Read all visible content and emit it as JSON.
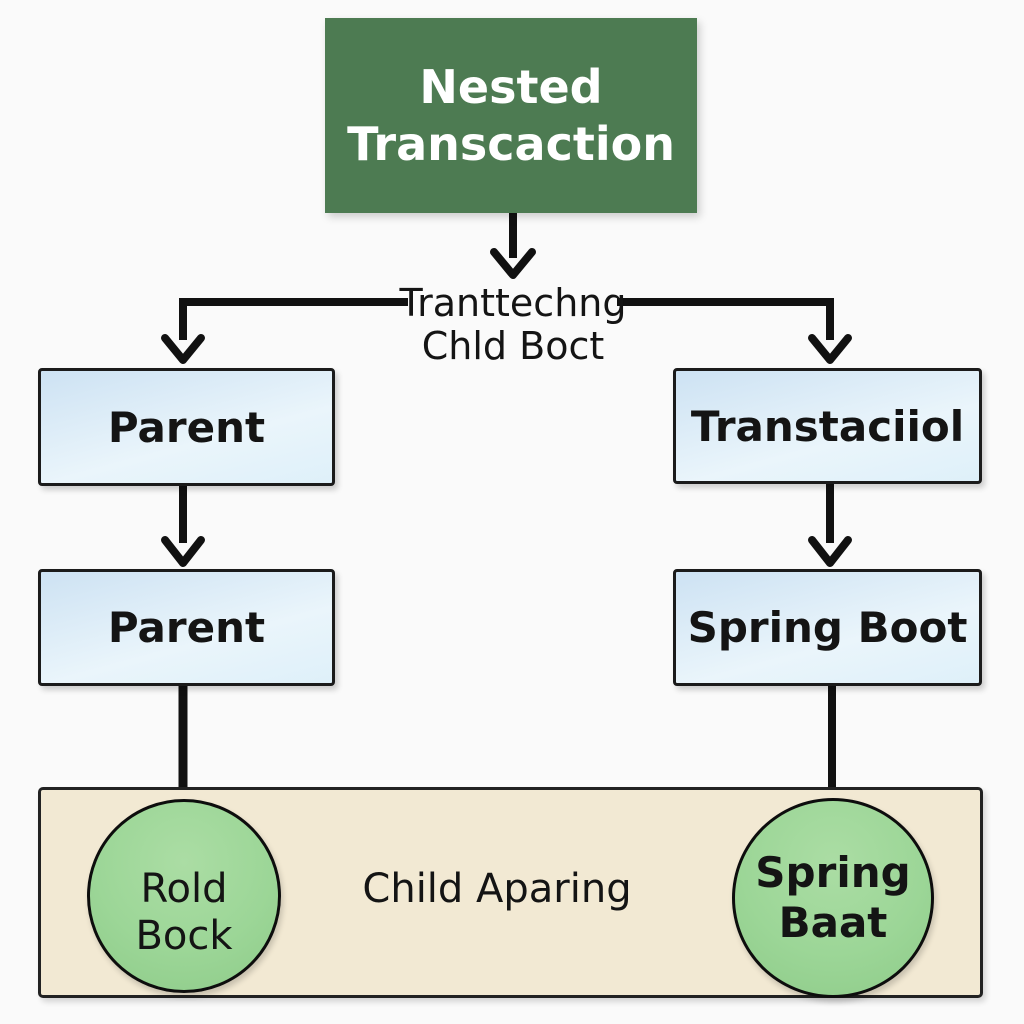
{
  "diagram": {
    "root": {
      "label": "Nested Transcaction"
    },
    "branch_label": {
      "line1": "Tranttechng",
      "line2": "Chld Boct"
    },
    "left": {
      "box1_label": "Parent",
      "box2_label": "Parent",
      "circle_line1": "Rold",
      "circle_line2": "Bock"
    },
    "right": {
      "box1_label": "Transtaciiol",
      "box2_label": "Spring Boot",
      "circle_line1": "Spring",
      "circle_line2": "Baat"
    },
    "bottom": {
      "center_label": "Child Aparing"
    },
    "colors": {
      "root_fill": "#4d7b52",
      "box_fill_top": "#cde2f3",
      "box_fill_bottom": "#eaf5fb",
      "box_border": "#1b1b1b",
      "container_fill": "#f2e9d3",
      "circle_fill": "#9cd697",
      "line_color": "#111111",
      "background": "#fafafa"
    }
  }
}
